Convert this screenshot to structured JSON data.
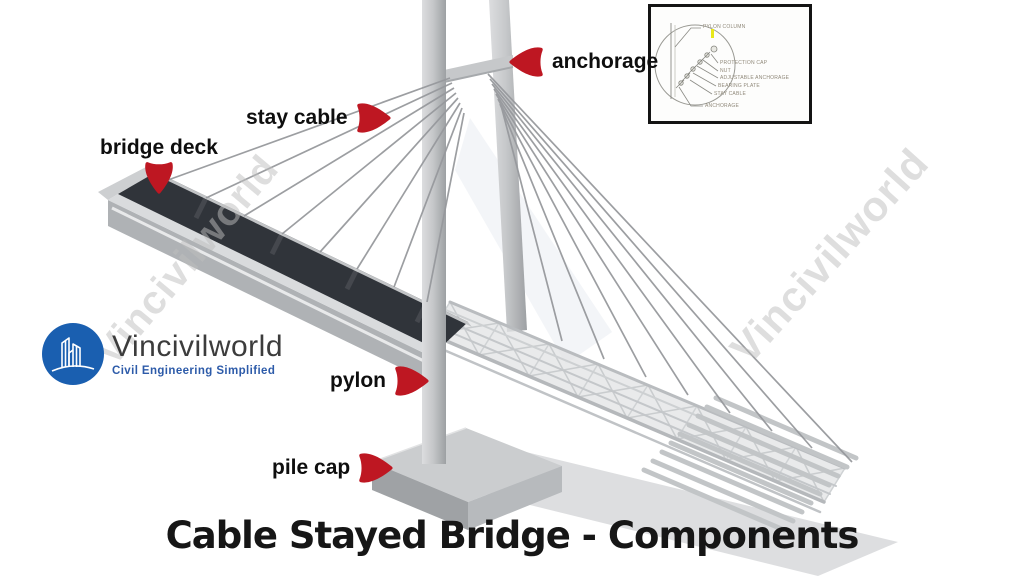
{
  "title": "Cable Stayed Bridge - Components",
  "labels": {
    "bridge_deck": "bridge deck",
    "stay_cable": "stay cable",
    "anchorage": "anchorage",
    "pylon": "pylon",
    "pile_cap": "pile cap"
  },
  "logo": {
    "name": "Vincivilworld",
    "tagline": "Civil Engineering Simplified"
  },
  "watermark": {
    "text": "Vincivilworld"
  },
  "inset": {
    "labels": [
      {
        "text": "PYLON COLUMN"
      },
      {
        "text": "PROTECTION CAP"
      },
      {
        "text": "NUT"
      },
      {
        "text": "ADJUSTABLE ANCHORAGE"
      },
      {
        "text": "BEARING PLATE"
      },
      {
        "text": "STAY CABLE"
      },
      {
        "text": "ANCHORAGE"
      }
    ]
  },
  "colors": {
    "arrow-red": "#be1722",
    "logo-blue": "#1a5fb0",
    "tagline-blue": "#2d5ba9",
    "title-black": "#161616",
    "inset-label": "#90897a",
    "highlight-yellow": "#e8e81a",
    "deck-dark": "#30343a",
    "steel-gray": "#c6c8ca",
    "cable-gray": "#97999d"
  }
}
